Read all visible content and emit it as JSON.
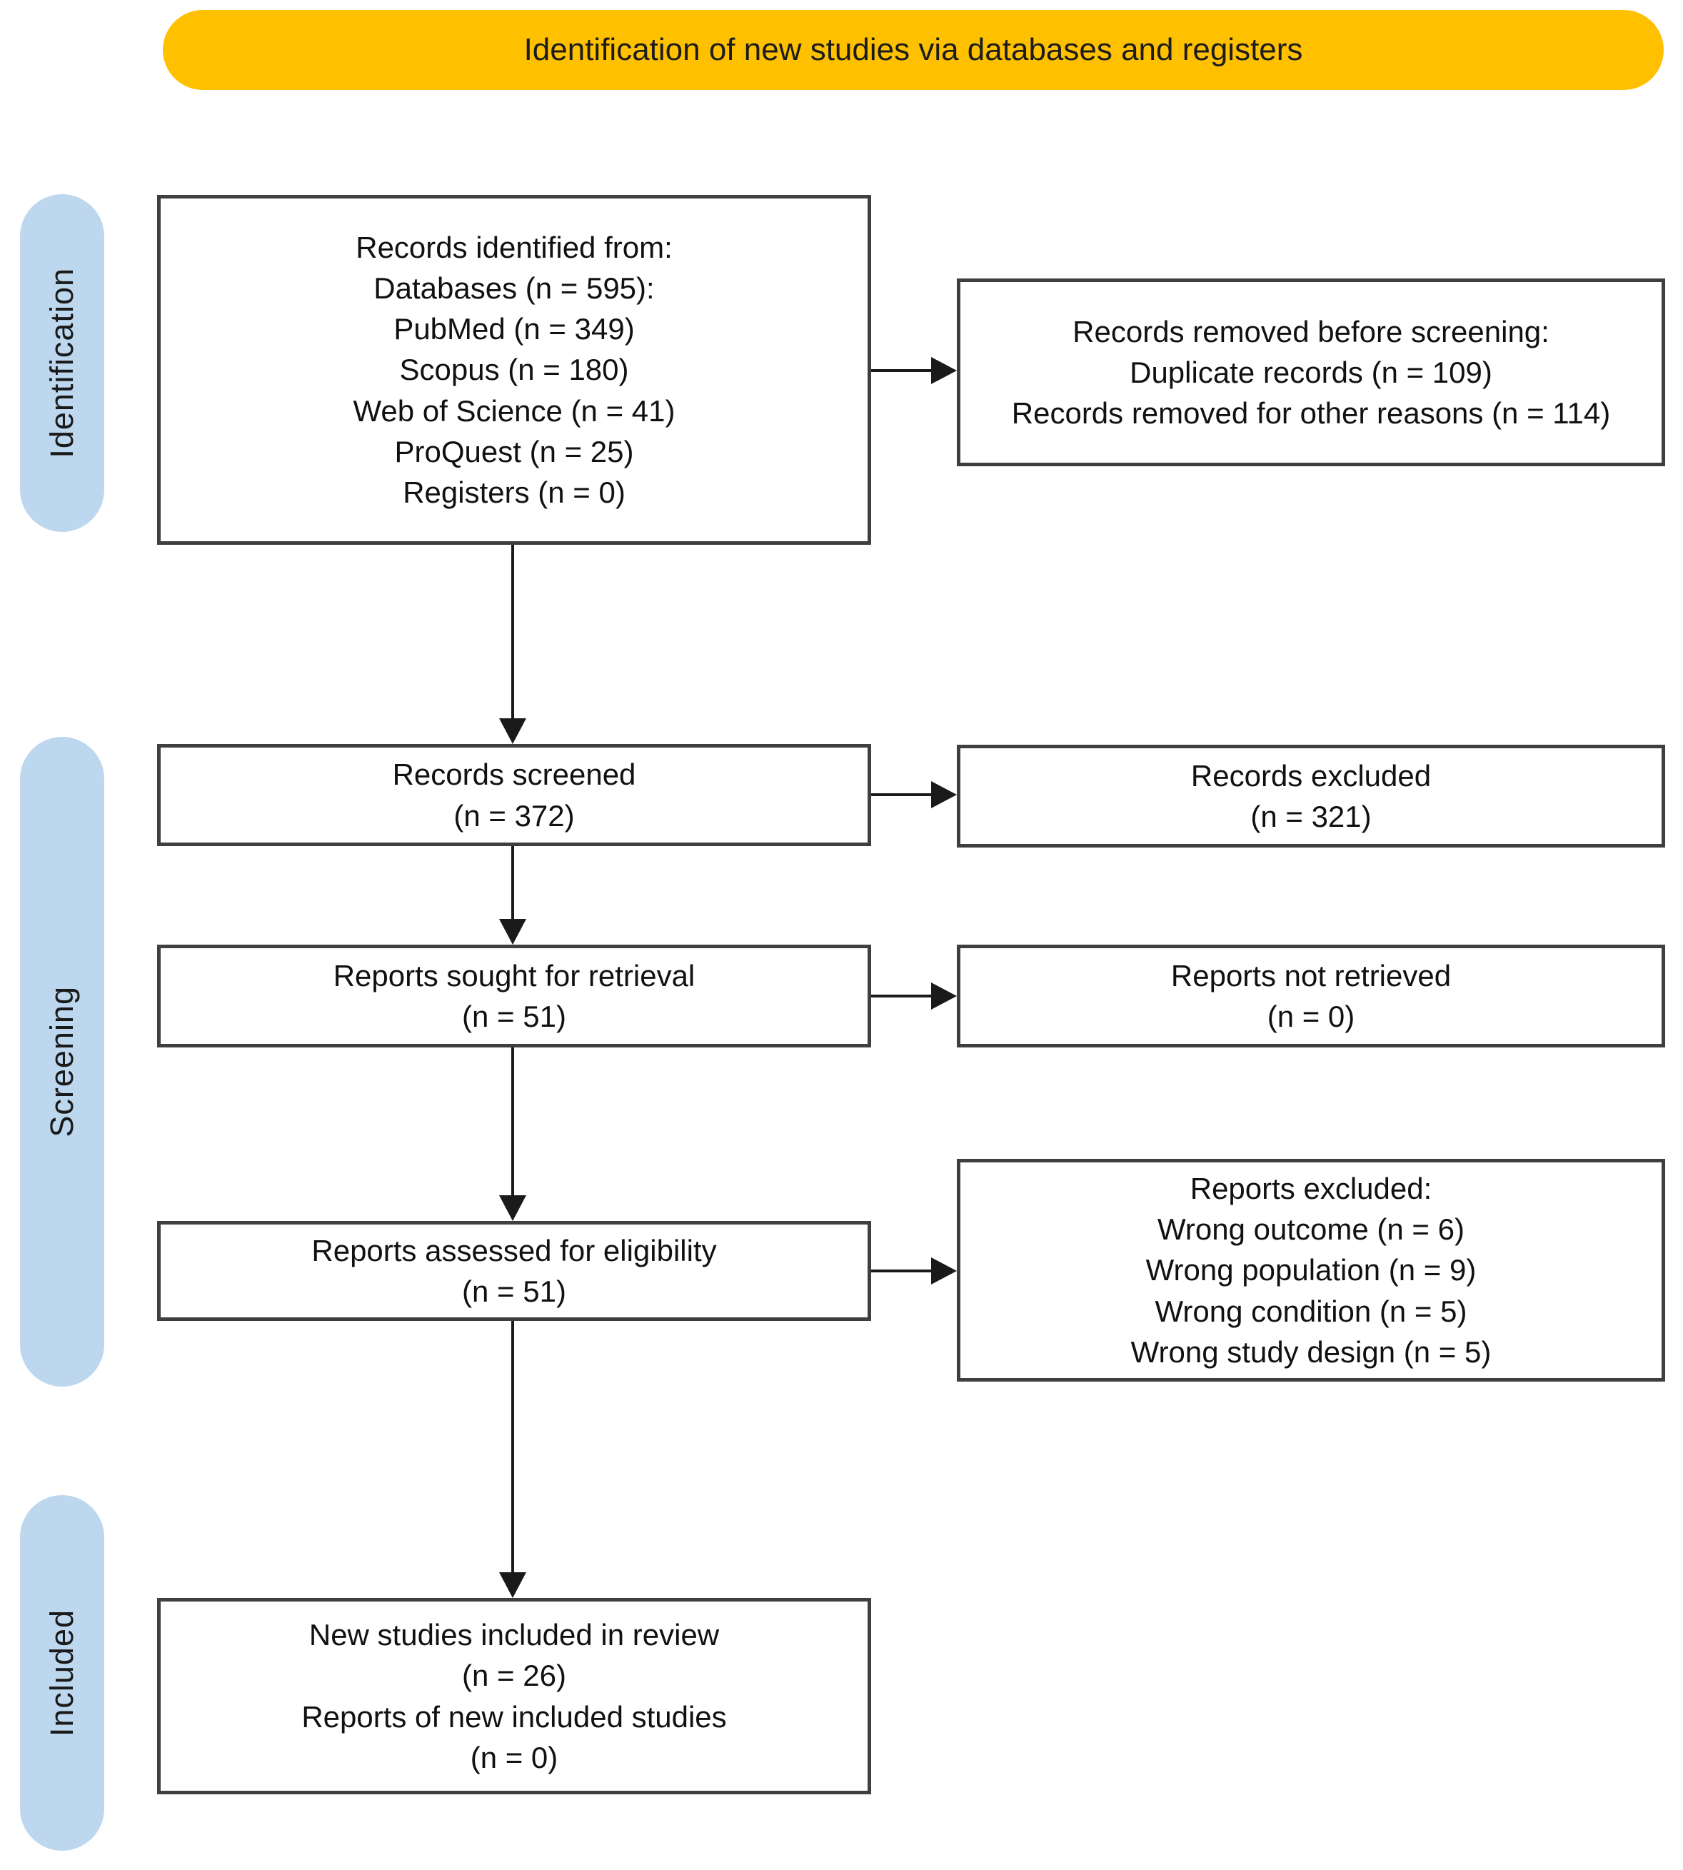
{
  "title_banner": {
    "label": "Identification of new studies via databases and registers"
  },
  "stages": [
    {
      "label": "Identification"
    },
    {
      "label": "Screening"
    },
    {
      "label": "Included"
    }
  ],
  "boxes": {
    "records_identified": {
      "lines": [
        "Records identified from:",
        "Databases (n = 595):",
        "PubMed (n = 349)",
        "Scopus (n = 180)",
        "Web of Science (n = 41)",
        "ProQuest (n = 25)",
        "Registers (n = 0)"
      ]
    },
    "records_removed": {
      "lines": [
        "Records removed before screening:",
        "Duplicate records (n = 109)",
        "Records removed for other reasons (n = 114)"
      ]
    },
    "records_screened": {
      "lines": [
        "Records screened",
        "(n = 372)"
      ]
    },
    "records_excluded": {
      "lines": [
        "Records excluded",
        "(n = 321)"
      ]
    },
    "reports_sought": {
      "lines": [
        "Reports sought for retrieval",
        "(n = 51)"
      ]
    },
    "reports_not_retrieved": {
      "lines": [
        "Reports not retrieved",
        "(n = 0)"
      ]
    },
    "reports_assessed": {
      "lines": [
        "Reports assessed for eligibility",
        "(n = 51)"
      ]
    },
    "reports_excluded": {
      "lines": [
        "Reports excluded:",
        "Wrong outcome (n = 6)",
        "Wrong population (n = 9)",
        "Wrong condition (n = 5)",
        "Wrong study design (n = 5)"
      ]
    },
    "new_studies_included": {
      "lines": [
        "New studies included in review",
        "(n = 26)",
        "Reports of new included studies",
        "(n = 0)"
      ]
    }
  },
  "colors": {
    "banner_bg": "#FFC000",
    "stage_bg": "#BDD7EE",
    "box_border": "#3F3F3F",
    "arrow": "#1A1A1A"
  }
}
